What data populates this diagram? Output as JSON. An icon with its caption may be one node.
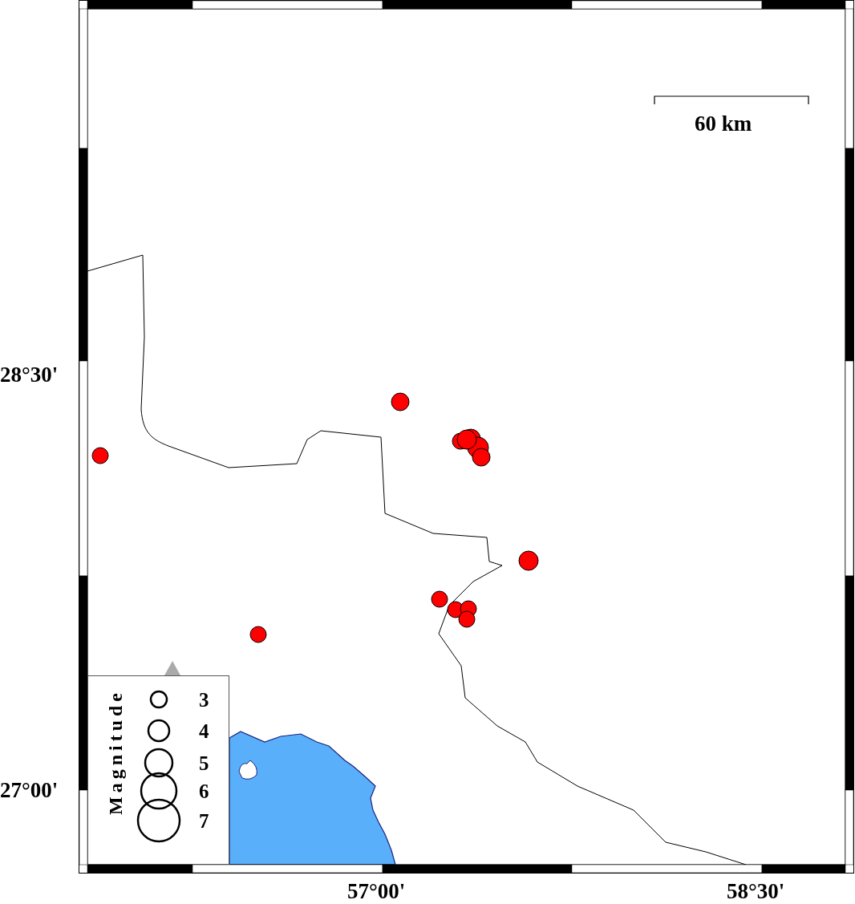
{
  "diagram": {
    "labels": [
      "60 km",
      "28°30'",
      "27°00'",
      "57°00'",
      "58°30'",
      "Magnitude"
    ],
    "legend": [
      {
        "text": "3"
      },
      {
        "text": "4"
      },
      {
        "text": "5"
      },
      {
        "text": "6"
      },
      {
        "text": "7"
      }
    ]
  }
}
